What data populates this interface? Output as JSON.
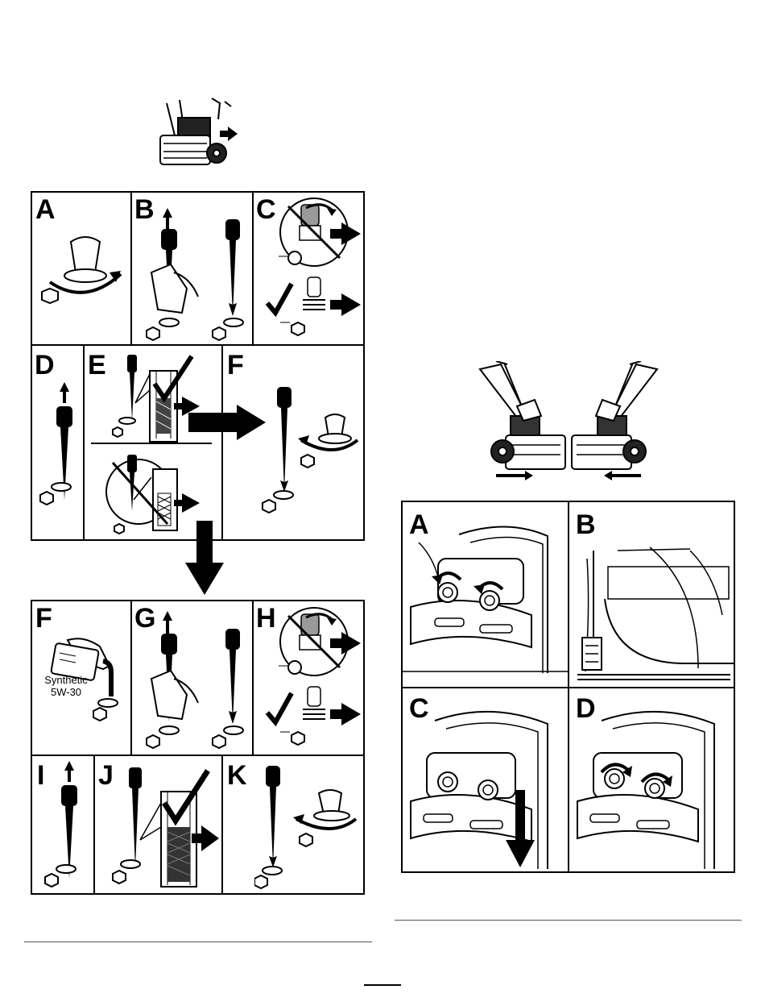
{
  "left_procedure": {
    "top_steps": [
      {
        "letter": "A",
        "icon": "dipstick-cap-unscrew-icon"
      },
      {
        "letter": "B",
        "icon": "dipstick-wipe-icon"
      },
      {
        "letter": "C",
        "icon": "dipstick-insert-no-thread-icon"
      },
      {
        "letter": "D",
        "icon": "dipstick-remove-icon"
      },
      {
        "letter": "E",
        "icon": "oil-level-check-icon"
      },
      {
        "letter": "F",
        "icon": "dipstick-cap-tighten-icon"
      }
    ],
    "bottom_steps": [
      {
        "letter": "F",
        "icon": "pour-oil-icon"
      },
      {
        "letter": "G",
        "icon": "dipstick-wipe-icon"
      },
      {
        "letter": "H",
        "icon": "dipstick-insert-no-thread-icon"
      },
      {
        "letter": "I",
        "icon": "dipstick-remove-icon"
      },
      {
        "letter": "J",
        "icon": "oil-level-ok-icon"
      },
      {
        "letter": "K",
        "icon": "dipstick-cap-tighten-icon"
      }
    ],
    "oil_label_line1": "Synthetic",
    "oil_label_line2": "5W-30"
  },
  "right_procedure": {
    "steps": [
      {
        "letter": "A",
        "icon": "loosen-skid-nuts-icon"
      },
      {
        "letter": "B",
        "icon": "skid-adjust-side-view-icon"
      },
      {
        "letter": "C",
        "icon": "lower-skid-icon"
      },
      {
        "letter": "D",
        "icon": "tighten-skid-nuts-icon"
      }
    ]
  },
  "colors": {
    "ink": "#000000",
    "paper": "#ffffff",
    "gray": "#8a8a8a",
    "rule": "#555555"
  }
}
